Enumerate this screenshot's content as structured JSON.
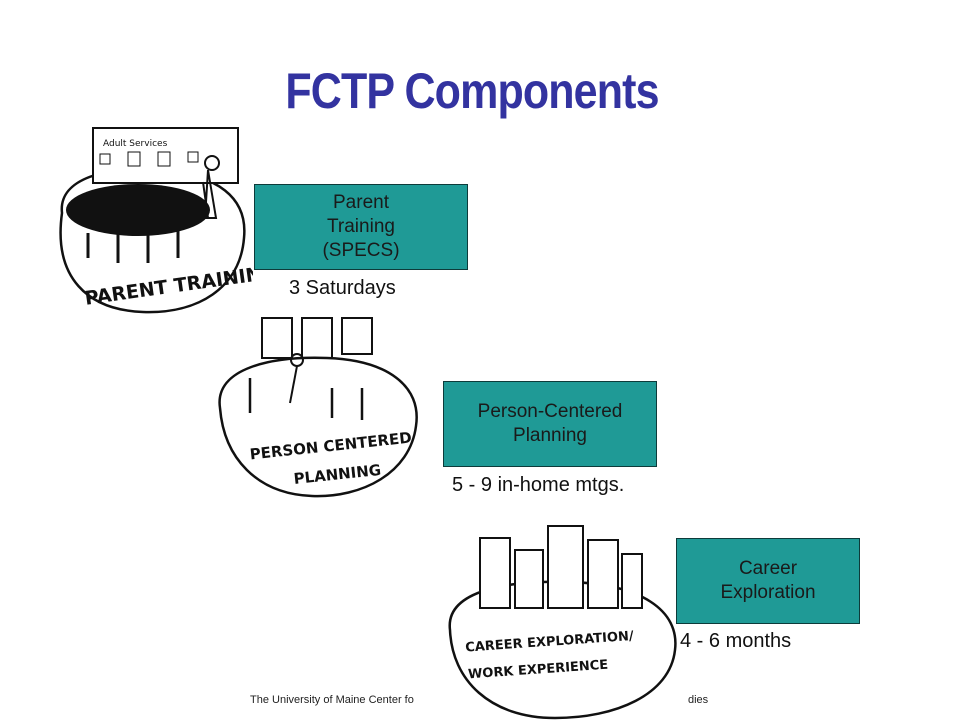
{
  "slide": {
    "title": "FCTP Components",
    "components": [
      {
        "lines": [
          "Parent",
          "Training",
          "(SPECS)"
        ],
        "duration": "3 Saturdays",
        "sketch_label": "Parent Training"
      },
      {
        "lines": [
          "Person-Centered",
          "Planning"
        ],
        "duration": "5 - 9 in-home mtgs.",
        "sketch_label": "Person Centered Planning"
      },
      {
        "lines": [
          "Career",
          "Exploration"
        ],
        "duration": "4 - 6 months",
        "sketch_label": "Career Exploration/ Work Experience"
      }
    ],
    "footer_left": "The University of Maine Center fo",
    "footer_right": "dies",
    "colors": {
      "title": "#3333a0",
      "box": "#1f9a96"
    }
  }
}
